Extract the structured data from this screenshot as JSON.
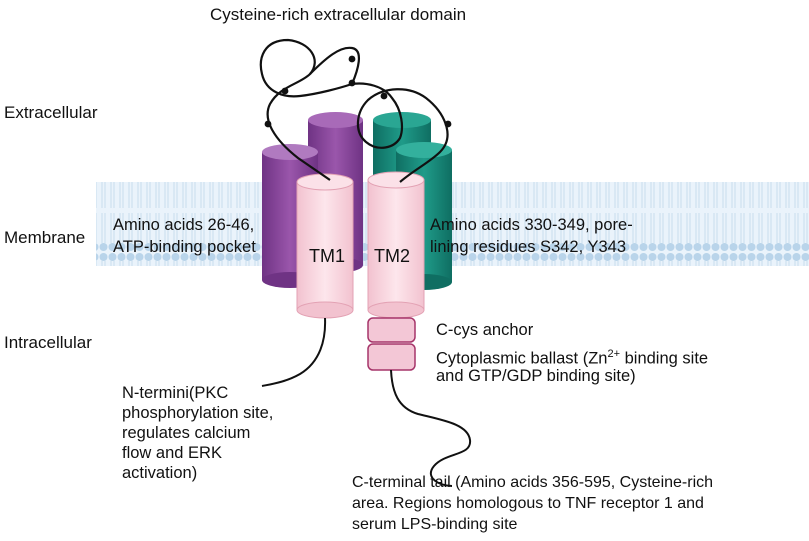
{
  "title": "Cysteine-rich extracellular domain",
  "regions": {
    "extracellular": "Extracellular",
    "membrane": "Membrane",
    "intracellular": "Intracellular"
  },
  "helices": {
    "tm1": "TM1",
    "tm2": "TM2"
  },
  "annotations": {
    "left_tm_line1": "Amino acids 26-46,",
    "left_tm_line2": "ATP-binding pocket",
    "right_tm_line1": "Amino acids 330-349, pore-",
    "right_tm_line2": "lining residues S342, Y343",
    "c_cys": "C-cys anchor",
    "ballast_line1_pre": "Cytoplasmic ballast (Zn",
    "ballast_sup": "2+",
    "ballast_line1_post": " binding site",
    "ballast_line2": "and GTP/GDP binding site)",
    "n_term_line1": "N-termini(PKC",
    "n_term_line2": "phosphorylation site,",
    "n_term_line3": "regulates calcium",
    "n_term_line4": "flow and ERK",
    "n_term_line5": "activation)",
    "c_term_line1": "C-terminal tail (Amino acids 356-595, Cysteine-rich",
    "c_term_line2": "area. Regions homologous to TNF receptor 1 and",
    "c_term_line3": "serum LPS-binding site"
  },
  "colors": {
    "purple": "#8b4a9c",
    "purple_top": "#a56bb5",
    "teal": "#1a8a7a",
    "teal_top": "#28a390",
    "pink": "#f6cfd8",
    "pink_edge": "#d98aa0",
    "membrane": "#b9d4ea",
    "box_fill": "#f3c7d6",
    "box_edge": "#a6356a"
  }
}
